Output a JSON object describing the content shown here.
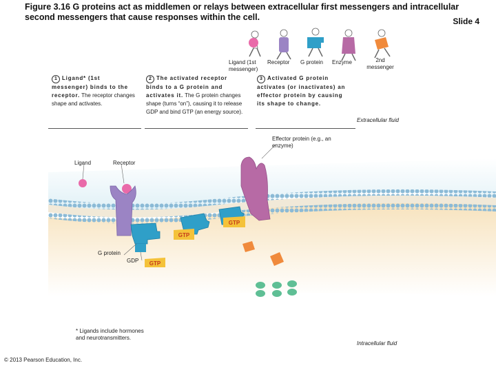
{
  "title": "Figure 3.16 G proteins act as middlemen or relays between extracellular first messengers and intracellular second messengers that cause responses within the cell.",
  "slide": "Slide 4",
  "legend": {
    "ligand": "Ligand (1st messenger)",
    "receptor": "Receptor",
    "g_protein": "G protein",
    "enzyme": "Enzyme",
    "second_messenger": "2nd messenger"
  },
  "steps": [
    {
      "num": "1",
      "bold": "Ligand* (1st messenger) binds to the receptor.",
      "text": "The receptor changes shape and activates."
    },
    {
      "num": "2",
      "bold": "The activated receptor binds to a G protein and activates it.",
      "text": "The G protein changes shape (turns “on”), causing it to release GDP and bind GTP (an energy source)."
    },
    {
      "num": "3",
      "bold": "Activated G protein activates (or inactivates) an effector protein by causing its shape to change.",
      "text": ""
    }
  ],
  "labels": {
    "extracellular": "Extracellular fluid",
    "effector": "Effector protein (e.g., an enzyme)",
    "ligand": "Ligand",
    "receptor": "Receptor",
    "g_protein": "G protein",
    "gdp": "GDP",
    "gtp": "GTP",
    "intracellular": "Intracellular fluid"
  },
  "footnote": "* Ligands include hormones and neurotransmitters.",
  "copyright": "© 2013 Pearson Education, Inc.",
  "colors": {
    "ligand": "#e96aa9",
    "receptor": "#9b84c4",
    "g_protein": "#2f9fc8",
    "effector": "#b76aa5",
    "gtp": "#f4c23a",
    "second_messenger": "#f08a3c",
    "cytoplasm": "#f7e2bc",
    "extracellular": "#dff0f6",
    "membrane_head": "#8bbad6",
    "green_molecule": "#5fbf95"
  }
}
